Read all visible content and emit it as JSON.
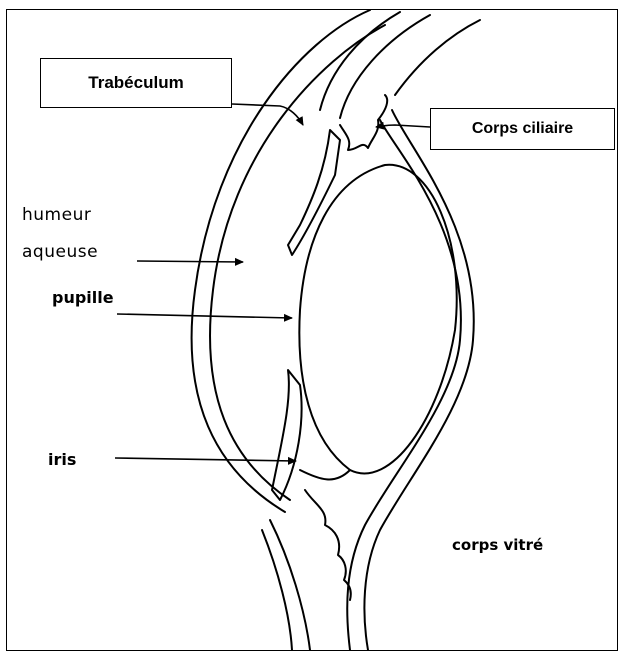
{
  "labels": {
    "trabeculum": "Trabéculum",
    "corps_ciliaire": "Corps ciliaire",
    "humeur": "humeur",
    "aqueuse": "aqueuse",
    "pupille": "pupille",
    "iris": "iris",
    "corps_vitre": "corps vitré"
  },
  "colors": {
    "line": "#000000",
    "background": "#ffffff"
  }
}
